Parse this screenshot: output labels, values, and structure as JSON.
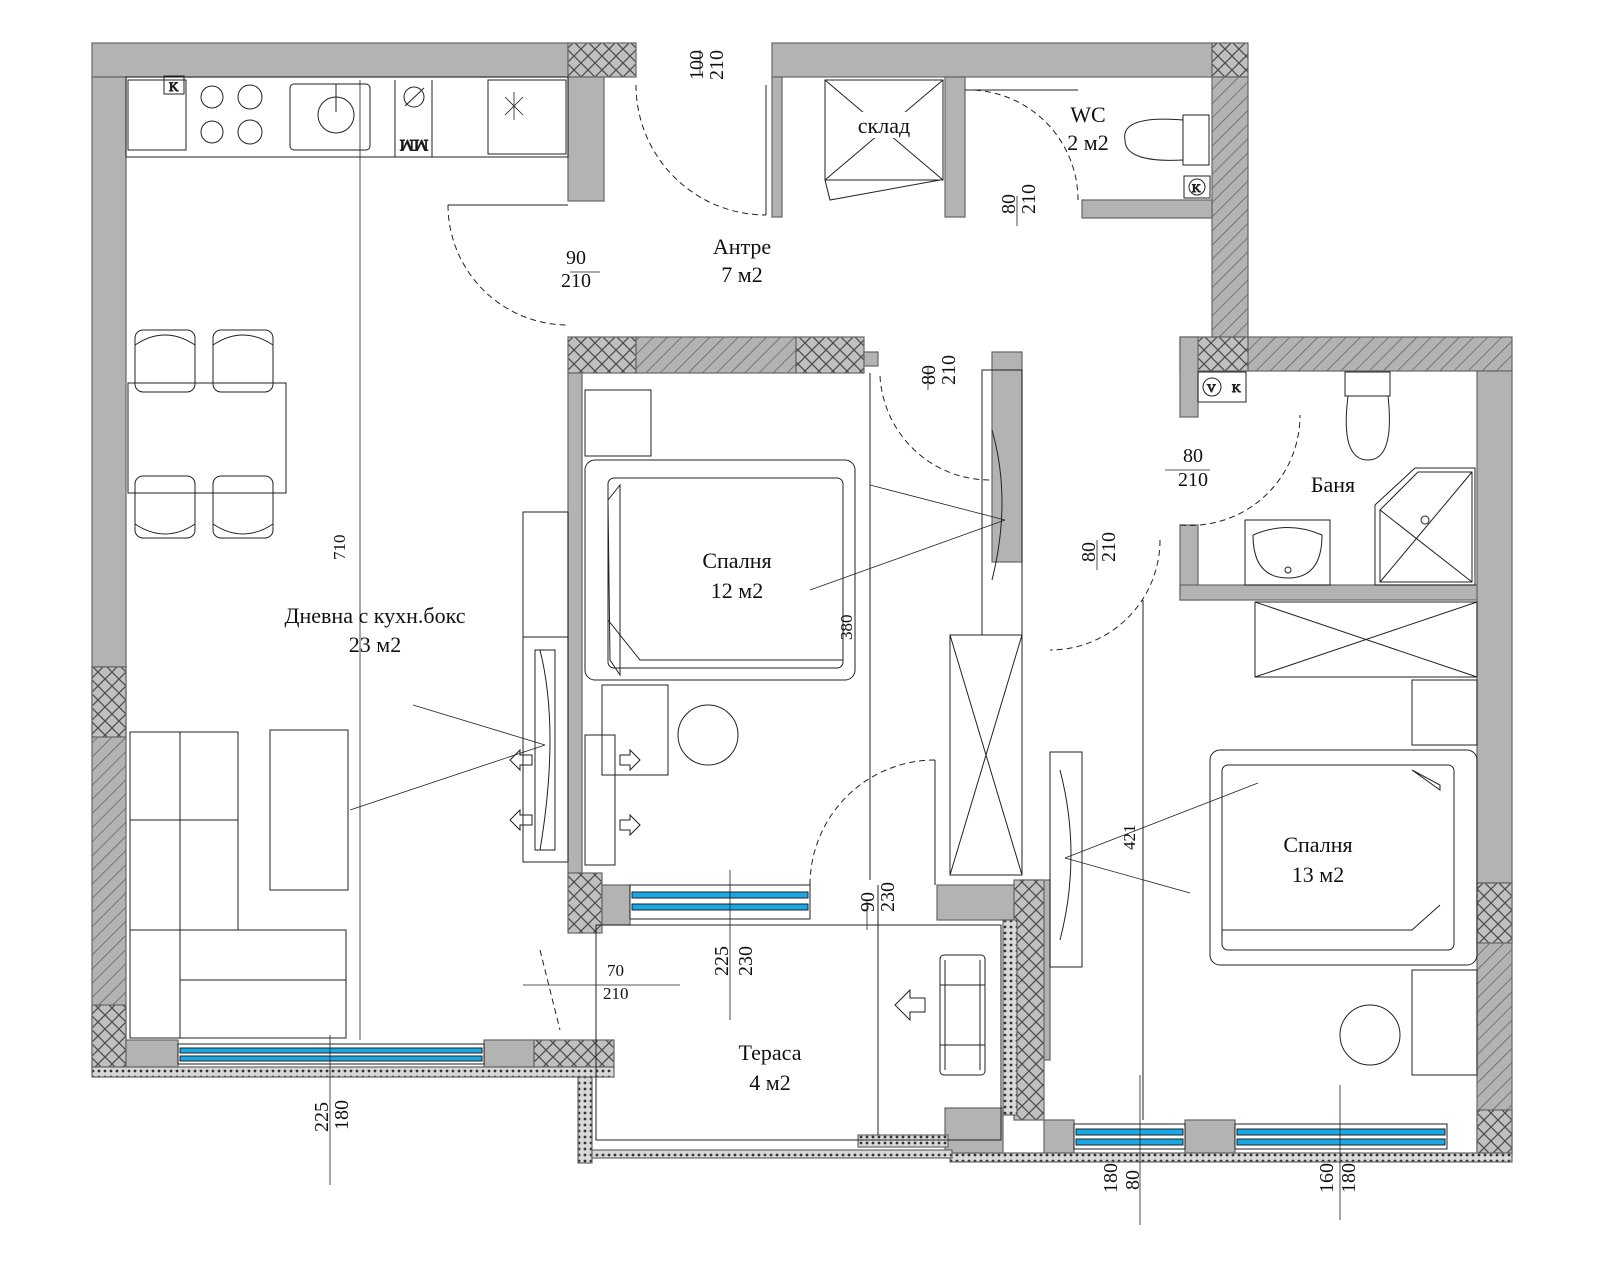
{
  "colors": {
    "wall": "#b3b3b3",
    "wall_edge": "#666666",
    "window": "#19a8e6",
    "line": "#222222"
  },
  "icons": [
    "wall-hatch-pattern",
    "door-swing-arc",
    "window-glazing",
    "kitchen-hob-icon",
    "kitchen-sink-icon",
    "toilet-icon",
    "washbasin-icon",
    "shower-tray-icon",
    "bed-icon",
    "sofa-icon",
    "chair-icon",
    "radiator-icon",
    "ac-unit-icon"
  ],
  "rooms": {
    "living": {
      "name": "Дневна с кухн.бокс",
      "area": "23 м2"
    },
    "hall": {
      "name": "Антре",
      "area": "7 м2"
    },
    "storage": {
      "name": "склад"
    },
    "wc": {
      "name": "WC",
      "area": "2 м2"
    },
    "bedroom1": {
      "name": "Спалня",
      "area": "12 м2"
    },
    "bathroom": {
      "name": "Баня"
    },
    "bedroom2": {
      "name": "Спалня",
      "area": "13 м2"
    },
    "terrace": {
      "name": "Тераса",
      "area": "4 м2"
    }
  },
  "fixtures": {
    "counter_label": "ММ",
    "k_mark": "K",
    "v_mark": "V"
  },
  "dims": {
    "entry_w": "100",
    "entry_h": "210",
    "liv_door_w": "90",
    "liv_door_h": "210",
    "wc_door_w": "80",
    "wc_door_h": "210",
    "bed1_door_w": "80",
    "bed1_door_h": "210",
    "bath_door_w": "80",
    "bath_door_h": "210",
    "bed2_door_w": "80",
    "bed2_door_h": "210",
    "ter_door_w": "90",
    "ter_door_h": "230",
    "bed1_win_a": "225",
    "bed1_win_b": "230",
    "liv_side_door_w": "70",
    "liv_side_door_h": "210",
    "liv_win_a": "225",
    "liv_win_b": "180",
    "bed2_win1_a": "180",
    "bed2_win1_b": "80",
    "bed2_win2_a": "160",
    "bed2_win2_b": "180",
    "liv_height": "710",
    "bed1_height": "380",
    "bed2_height": "421"
  }
}
